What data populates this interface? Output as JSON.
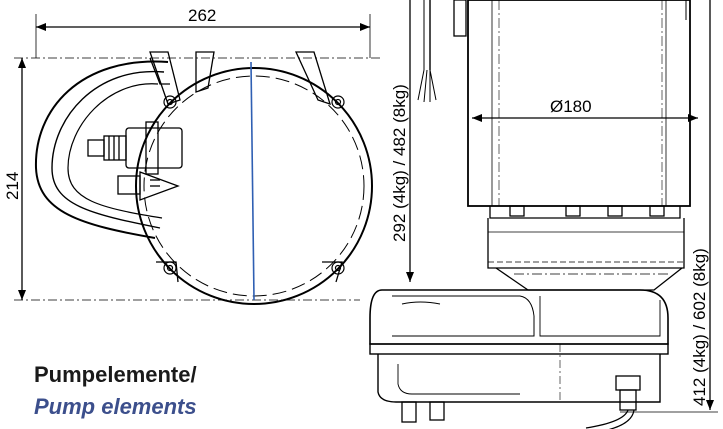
{
  "dimensions": {
    "top_view_width": "262",
    "top_view_height": "214",
    "housing_height": "292 (4kg) / 482 (8kg)",
    "housing_diameter": "Ø180",
    "total_height": "412 (4kg) / 602 (8kg)"
  },
  "caption": {
    "german": "Pumpelemente/",
    "english": "Pump elements"
  },
  "colors": {
    "line": "#000000",
    "axis": "#2f5fb3",
    "caption_german": "#1a1a1a",
    "caption_english": "#3c4f8c"
  }
}
